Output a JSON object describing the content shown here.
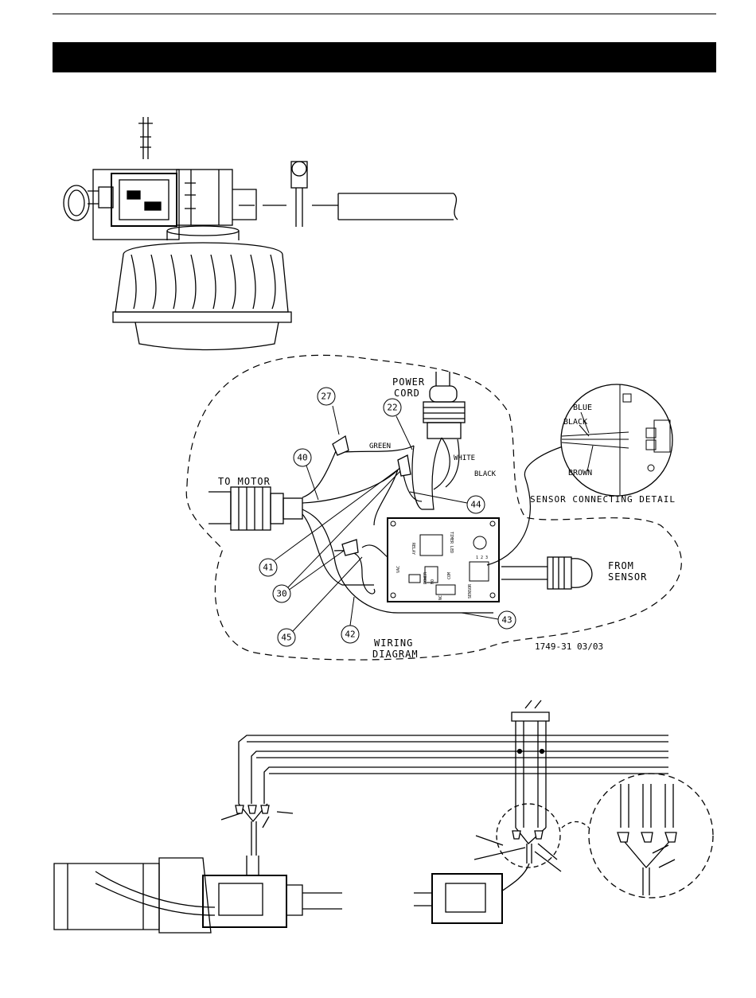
{
  "labels": {
    "power_cord": [
      "POWER",
      "CORD"
    ],
    "to_motor": "TO MOTOR",
    "from_sensor": [
      "FROM",
      "SENSOR"
    ],
    "wiring_diagram": [
      "WIRING",
      "DIAGRAM"
    ],
    "sensor_detail": "SENSOR CONNECTING DETAIL",
    "drawing_code": "1749-31 03/03",
    "green": "GREEN",
    "white": "WHITE",
    "black": "BLACK",
    "detail_blue": "BLUE",
    "detail_black": "BLACK",
    "detail_brown": "BROWN"
  },
  "board_text": {
    "timer_led": "TIMER LED",
    "relay": "RELAY",
    "power": "POWER",
    "no": "NO",
    "nc": "NC",
    "com": "COM",
    "vac": "VAC",
    "sensor_in": "SENSOR",
    "terminal_1": "1",
    "terminal_2": "2",
    "terminal_3": "3"
  },
  "callouts": [
    "27",
    "22",
    "40",
    "44",
    "41",
    "30",
    "45",
    "42",
    "43"
  ]
}
